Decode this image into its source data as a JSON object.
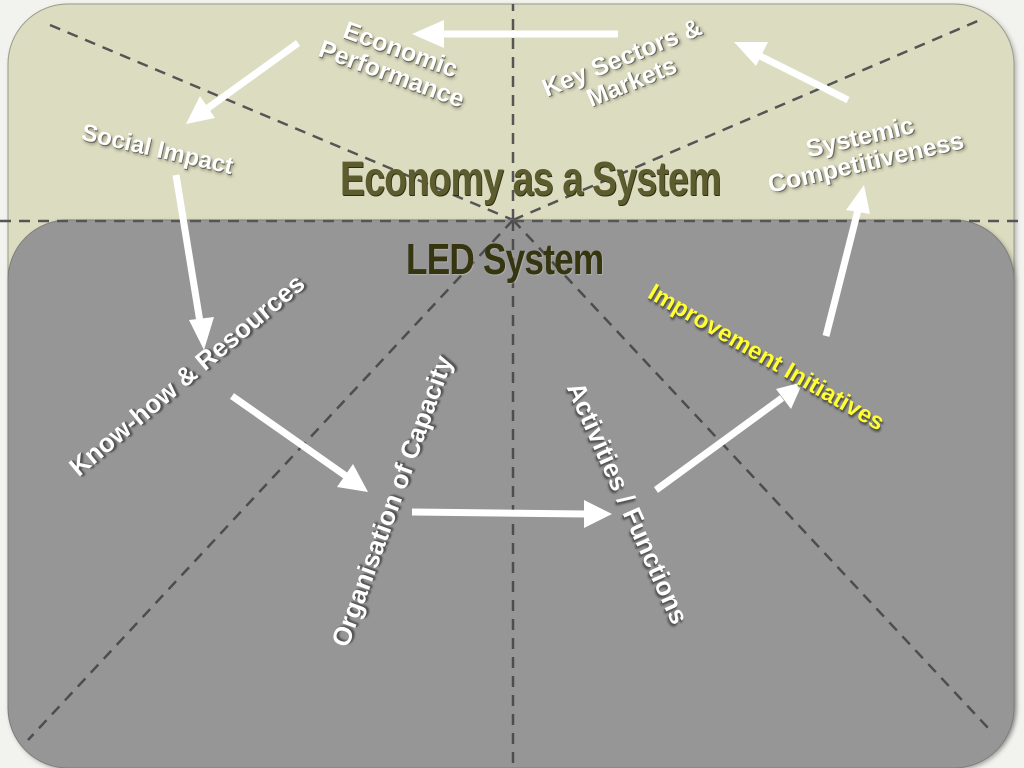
{
  "colors": {
    "upper_panel": "#dcdcc0",
    "lower_panel": "#969696",
    "economy_title": "#5c5c2e",
    "led_title": "#353510",
    "highlight_label": "#ffff33",
    "label": "#ffffff"
  },
  "upper": {
    "title": "Economy as a System",
    "labels": {
      "economic_performance": "Economic Performance",
      "key_sectors": "Key Sectors & Markets",
      "systemic_competitiveness": "Systemic Competitiveness",
      "social_impact": "Social Impact"
    }
  },
  "lower": {
    "title": "LED System",
    "labels": {
      "know_how": "Know-how & Resources",
      "organisation": "Organisation of Capacity",
      "activities": "Activities / Functions",
      "improvement": "Improvement Initiatives"
    }
  }
}
